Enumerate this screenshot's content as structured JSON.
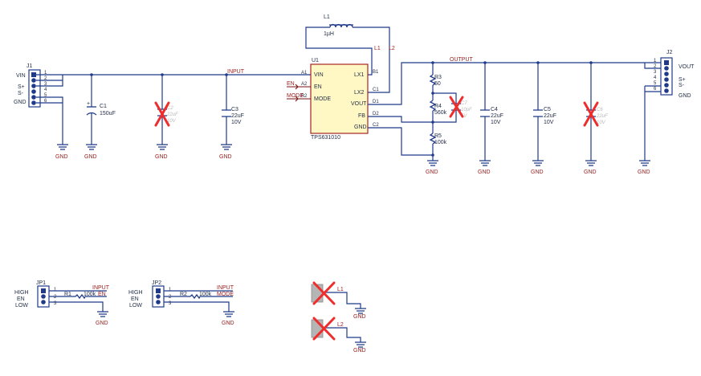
{
  "connector_j1": {
    "ref": "J1",
    "pins": [
      "1",
      "2",
      "3",
      "4",
      "5",
      "6"
    ],
    "labels": [
      "VIN",
      "S+",
      "S-",
      "GND"
    ]
  },
  "connector_j2": {
    "ref": "J2",
    "pins": [
      "1",
      "2",
      "3",
      "4",
      "5",
      "6"
    ],
    "labels": [
      "VOUT",
      "S+",
      "S-",
      "GND"
    ]
  },
  "nets": {
    "input": "INPUT",
    "output": "OUTPUT",
    "en": "EN",
    "mode": "MODE"
  },
  "ic": {
    "ref": "U1",
    "part": "TPS631010",
    "left_pins": [
      {
        "num": "A1",
        "name": "VIN"
      },
      {
        "num": "A2",
        "name": "EN"
      },
      {
        "num": "B2",
        "name": "MODE"
      }
    ],
    "right_pins": [
      {
        "num": "B1",
        "name": "LX1"
      },
      {
        "num": "C1",
        "name": "LX2"
      },
      {
        "num": "D1",
        "name": "VOUT"
      },
      {
        "num": "D2",
        "name": "FB"
      },
      {
        "num": "C2",
        "name": "GND"
      }
    ],
    "net_l1": "L1",
    "net_l2": "L2"
  },
  "inductor": {
    "ref": "L1",
    "value": "1µH"
  },
  "capacitors": {
    "c1": {
      "ref": "C1",
      "value": "150uF"
    },
    "c2": {
      "ref": "C2",
      "value": "22uF",
      "voltage": "10V"
    },
    "c3": {
      "ref": "C3",
      "value": "22uF",
      "voltage": "10V"
    },
    "c4": {
      "ref": "C4",
      "value": "22uF",
      "voltage": "10V"
    },
    "c5": {
      "ref": "C5",
      "value": "22uF",
      "voltage": "10V"
    },
    "c6": {
      "ref": "C6",
      "value": "22uF",
      "voltage": "10V"
    },
    "c7": {
      "ref": "C7",
      "value": "10pF",
      "voltage": "5V"
    }
  },
  "resistors": {
    "r3": {
      "ref": "R3",
      "value": "50"
    },
    "r4": {
      "ref": "R4",
      "value": "560k"
    },
    "r5": {
      "ref": "R5",
      "value": "100k"
    },
    "r1": {
      "ref": "R1",
      "value": "100k"
    },
    "r2": {
      "ref": "R2",
      "value": "100k"
    }
  },
  "jumpers": {
    "jp1": {
      "ref": "JP1",
      "pins": [
        "1",
        "2",
        "3"
      ],
      "labels": [
        "HIGH",
        "EN",
        "LOW"
      ],
      "net_top": "INPUT",
      "net_out": "EN"
    },
    "jp2": {
      "ref": "JP2",
      "pins": [
        "1",
        "2",
        "3"
      ],
      "labels": [
        "HIGH",
        "EN",
        "LOW"
      ],
      "net_top": "INPUT",
      "net_out": "MODE"
    }
  },
  "testpoints": {
    "tp1_net": "L1",
    "tp2_net": "L2"
  },
  "gnd_label": "GND",
  "colors": {
    "wire": "#1f3a8a",
    "net_label": "#9b1b1b",
    "dnp_mark": "#ee2d2d",
    "dnp_text": "#b9b9b9",
    "ic_fill": "#fff8c4",
    "ic_stroke": "#a01010"
  }
}
